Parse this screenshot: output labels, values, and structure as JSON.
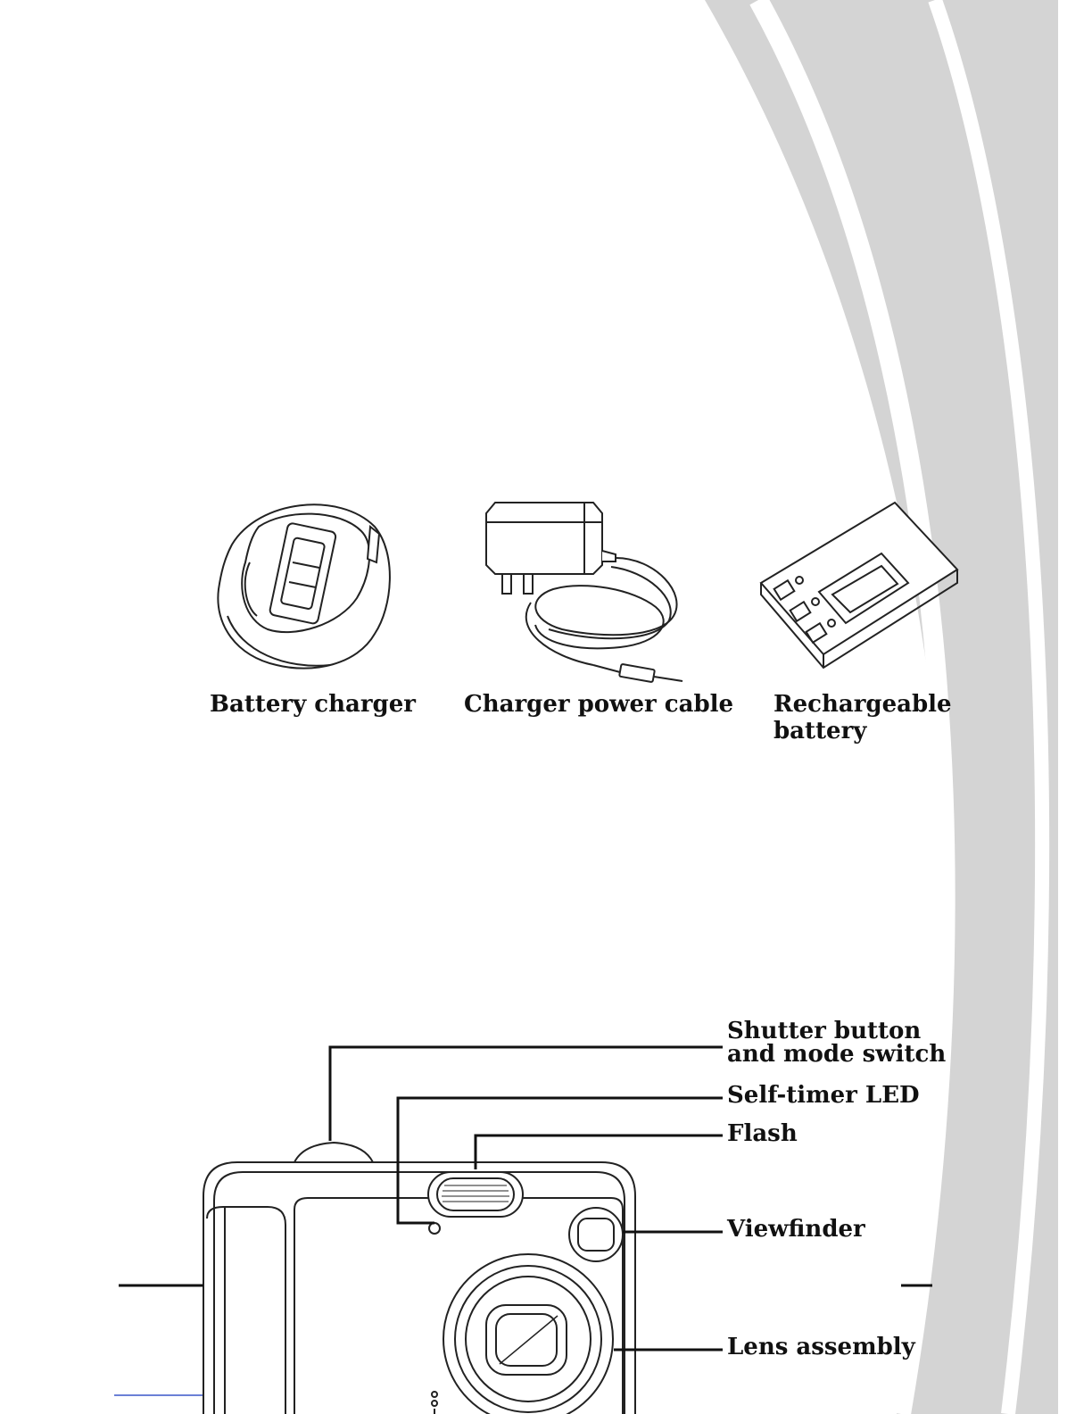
{
  "accessories": {
    "battery_charger": "Battery charger",
    "charger_power_cable": "Charger power cable",
    "rechargeable_battery_line1": "Rechargeable",
    "rechargeable_battery_line2": "battery"
  },
  "camera_parts": {
    "shutter_line1": "Shutter button",
    "shutter_line2": "and mode switch",
    "self_timer": "Self-timer LED",
    "flash": "Flash",
    "viewfinder": "Viewfinder",
    "lens": "Lens assembly"
  },
  "colors": {
    "background": "#ffffff",
    "decorative_swoosh": "#d4d4d4",
    "line_art": "#222222"
  }
}
